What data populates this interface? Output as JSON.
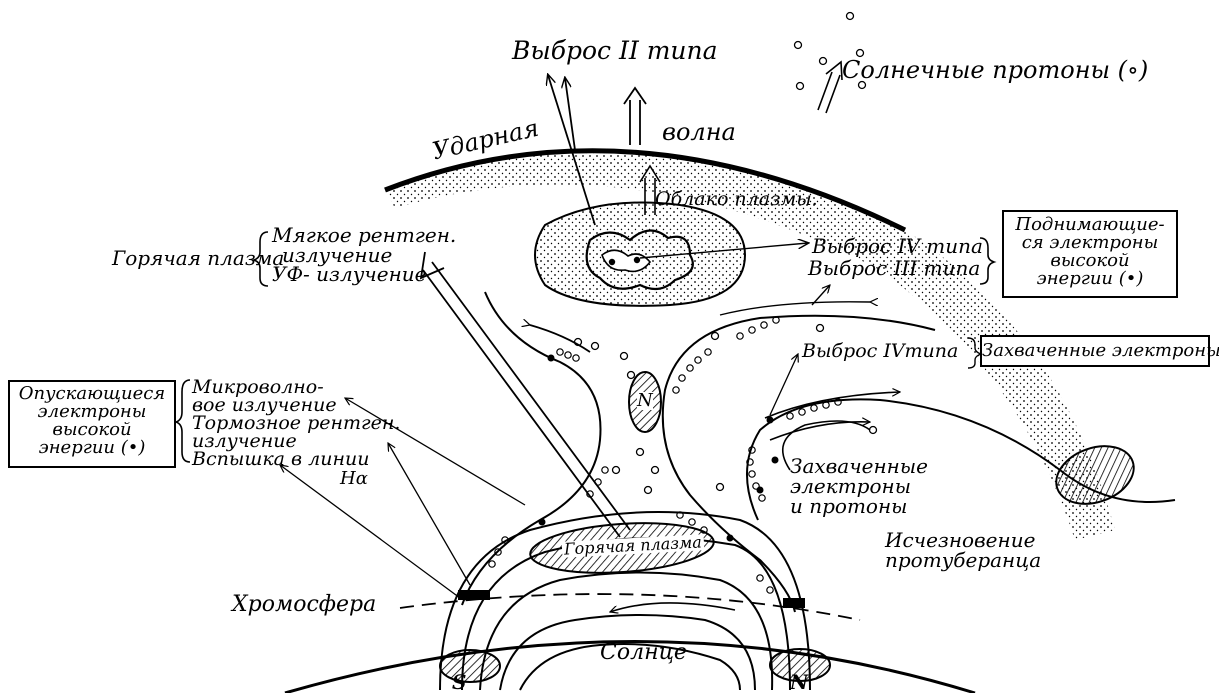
{
  "labels": {
    "type2_burst": "Выброс II типа",
    "solar_protons": "Солнечные протоны (∘)",
    "shock_wave_a": "Ударная",
    "shock_wave_b": "волна",
    "plasma_cloud": "Облако плазмы.",
    "hot_plasma_top": "Горячая плазма",
    "soft_xray_1": "Мягкое рентген.",
    "soft_xray_2": "излучение",
    "uv": "УФ- излучение",
    "type4_burst_a": "Выброс IV типа",
    "type3_burst": "Выброс III типа",
    "rising_1": "Поднимающие-",
    "rising_2": "ся электроны",
    "rising_3": "высокой",
    "rising_4": "энергии (•)",
    "type4_burst_b": "Выброс IVтипа",
    "trapped_electrons": "Захваченные электроны",
    "desc_1": "Опускающиеся",
    "desc_2": "электроны",
    "desc_3": "высокой",
    "desc_4": "энергии (•)",
    "micro_1": "Микроволно-",
    "micro_2": "вое излучение",
    "brems_1": "Тормозное рентген.",
    "brems_2": "излучение",
    "halpha_1": "Вспышка в линии",
    "halpha_2": "Hα",
    "trapped_ep_1": "Захваченные",
    "trapped_ep_2": "электроны",
    "trapped_ep_3": "и протоны",
    "prominence_1": "Исчезновение",
    "prominence_2": "протуберанца",
    "hot_plasma_loop": "Горячая плазма",
    "neutral_point": "N",
    "chromosphere": "Хромосфера",
    "sun": "Солнце",
    "pole_s": "S",
    "pole_n": "N"
  },
  "colors": {
    "ink": "#000000",
    "paper": "#ffffff"
  }
}
